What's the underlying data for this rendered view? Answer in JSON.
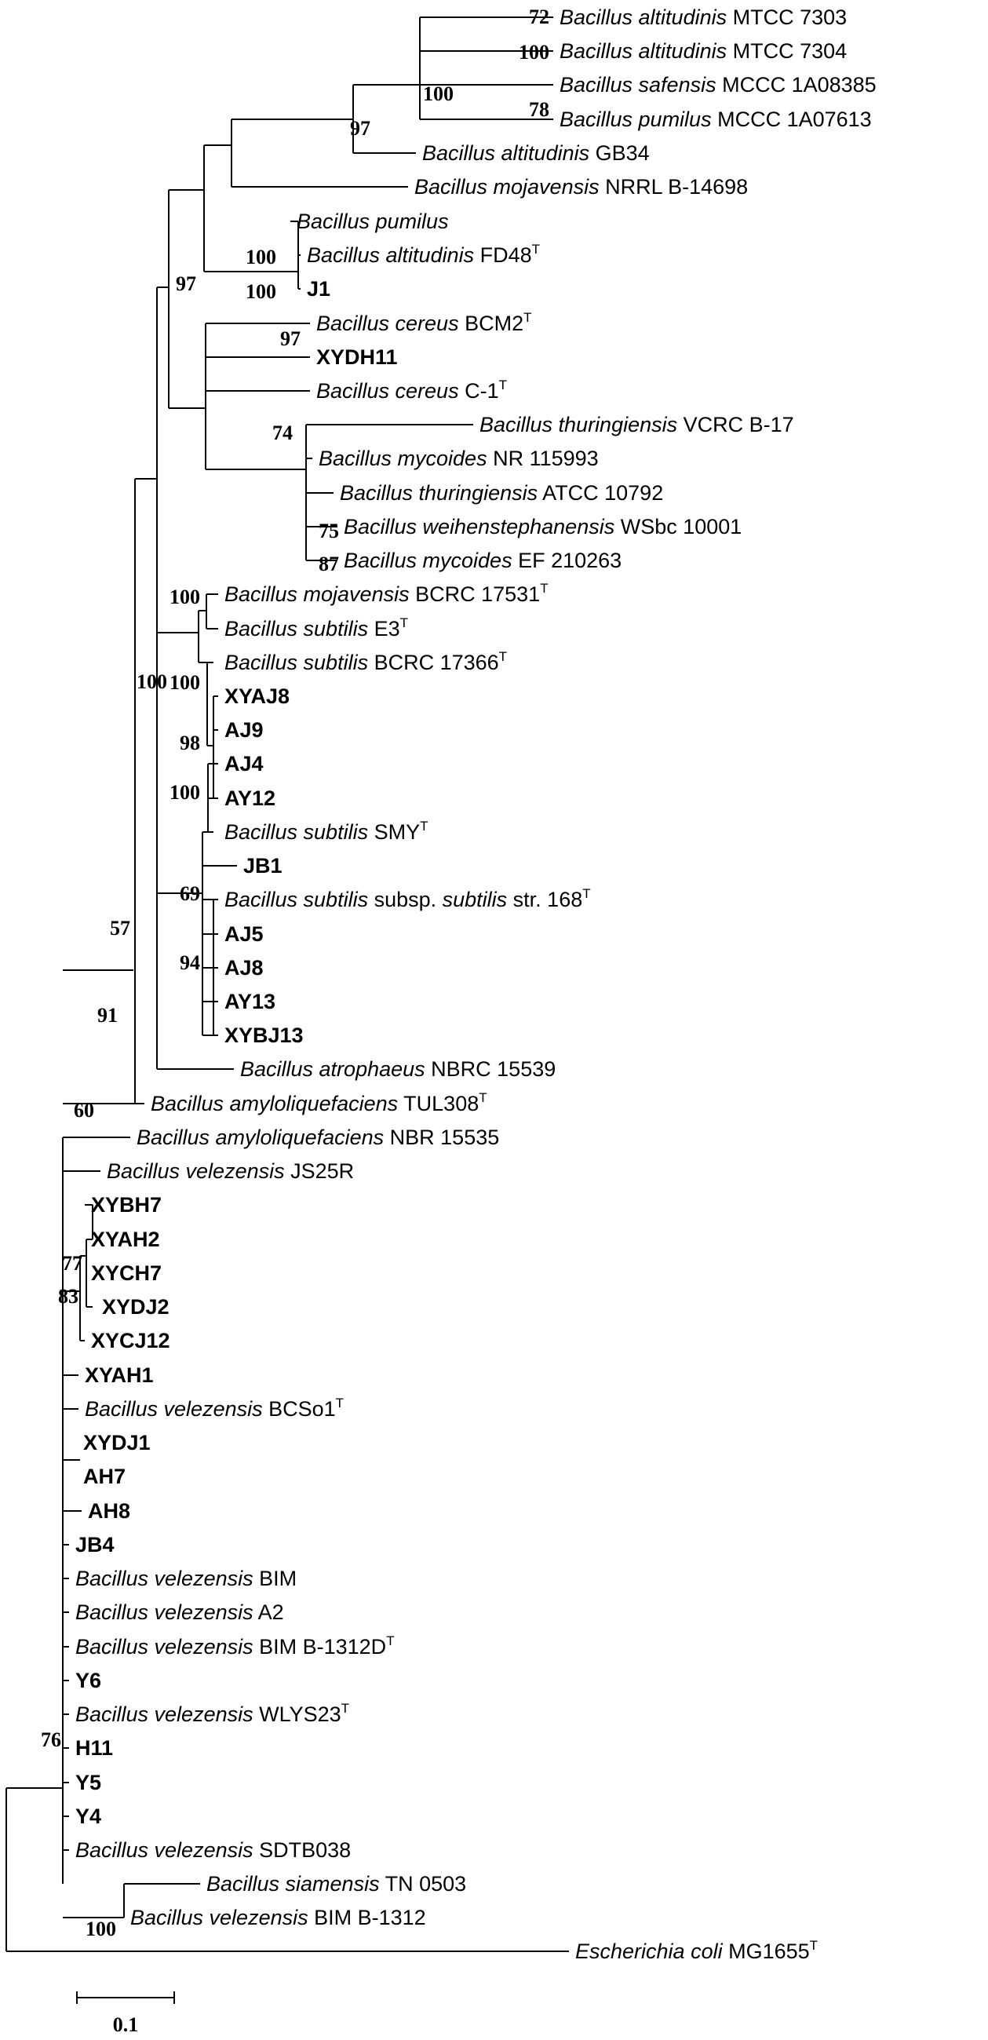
{
  "scale_label": "0.1",
  "taxa": [
    {
      "g": "Bacillus altitudinis",
      "r": "MTCC 7303"
    },
    {
      "g": "Bacillus altitudinis",
      "r": "MTCC 7304"
    },
    {
      "g": "Bacillus safensis",
      "r": "MCCC 1A08385"
    },
    {
      "g": "Bacillus pumilus",
      "r": "MCCC 1A07613"
    },
    {
      "g": "Bacillus altitudinis",
      "r": "GB34"
    },
    {
      "g": "Bacillus mojavensis",
      "r": "NRRL B-14698"
    },
    {
      "g": "Bacillus pumilus",
      "r": ""
    },
    {
      "g": "Bacillus altitudinis",
      "r": "FD48",
      "t": "T"
    },
    {
      "b": "J1"
    },
    {
      "g": "Bacillus cereus",
      "r": "BCM2",
      "t": "T"
    },
    {
      "b": "XYDH11"
    },
    {
      "g": "Bacillus cereus",
      "r": "C-1",
      "t": "T"
    },
    {
      "g": "Bacillus thuringiensis",
      "r": "VCRC B-17"
    },
    {
      "g": "Bacillus mycoides",
      "r": "NR 115993"
    },
    {
      "g": "Bacillus thuringiensis",
      "r": "ATCC 10792"
    },
    {
      "g": "Bacillus weihenstephanensis",
      "r": "WSbc 10001"
    },
    {
      "g": "Bacillus mycoides",
      "r": "EF 210263"
    },
    {
      "g": "Bacillus mojavensis",
      "r": "BCRC 17531",
      "t": "T"
    },
    {
      "g": "Bacillus subtilis",
      "r": "E3",
      "t": "T"
    },
    {
      "g": "Bacillus subtilis",
      "r": "BCRC 17366",
      "t": "T"
    },
    {
      "b": "XYAJ8"
    },
    {
      "b": "AJ9"
    },
    {
      "b": "AJ4"
    },
    {
      "b": "AY12"
    },
    {
      "g": "Bacillus subtilis",
      "r": "SMY",
      "t": "T"
    },
    {
      "b": "JB1"
    },
    {
      "g": "Bacillus subtilis",
      "r": "subsp.",
      "g2": "subtilis",
      "r2": "str. 168",
      "t": "T"
    },
    {
      "b": "AJ5"
    },
    {
      "b": "AJ8"
    },
    {
      "b": "AY13"
    },
    {
      "b": "XYBJ13"
    },
    {
      "g": "Bacillus atrophaeus",
      "r": "NBRC 15539"
    },
    {
      "g": "Bacillus amyloliquefaciens",
      "r": "TUL308",
      "t": "T"
    },
    {
      "g": "Bacillus amyloliquefaciens",
      "r": "NBR 15535"
    },
    {
      "g": "Bacillus velezensis",
      "r": "JS25R"
    },
    {
      "b": "XYBH7"
    },
    {
      "b": "XYAH2"
    },
    {
      "b": "XYCH7"
    },
    {
      "b": "XYDJ2"
    },
    {
      "b": "XYCJ12"
    },
    {
      "b": "XYAH1"
    },
    {
      "g": "Bacillus velezensis",
      "r": "BCSo1",
      "t": "T"
    },
    {
      "b": "XYDJ1"
    },
    {
      "b": "AH7"
    },
    {
      "b": "AH8"
    },
    {
      "b": "JB4"
    },
    {
      "g": "Bacillus velezensis",
      "r": "BIM"
    },
    {
      "g": "Bacillus velezensis",
      "r": "A2"
    },
    {
      "g": "Bacillus velezensis",
      "r": "BIM B-1312D",
      "t": "T"
    },
    {
      "b": "Y6"
    },
    {
      "g": "Bacillus velezensis",
      "r": "WLYS23",
      "t": "T"
    },
    {
      "b": "H11"
    },
    {
      "b": "Y5"
    },
    {
      "b": "Y4"
    },
    {
      "g": "Bacillus velezensis",
      "r": "SDTB038"
    },
    {
      "g": "Bacillus siamensis",
      "r": "TN 0503"
    },
    {
      "g": "Bacillus velezensis",
      "r": "BIM B-1312"
    },
    {
      "g": "Escherichia coli",
      "r": "MG1655",
      "t": "T"
    }
  ],
  "bootstrap": [
    "72",
    "100",
    "78",
    "100",
    "97",
    "100",
    "100",
    "97",
    "97",
    "74",
    "75",
    "87",
    "100",
    "100",
    "98",
    "100",
    "69",
    "94",
    "100",
    "57",
    "91",
    "60",
    "77",
    "83",
    "76",
    "100"
  ]
}
